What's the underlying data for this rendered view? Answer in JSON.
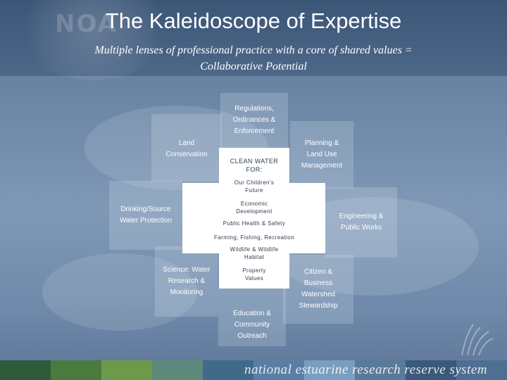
{
  "header": {
    "seal_text": "NOAA",
    "title": "The Kaleidoscope of Expertise",
    "subtitle_line1": "Multiple lenses of professional practice with a core of shared values =",
    "subtitle_line2": "Collaborative Potential"
  },
  "lenses": {
    "regulations": [
      "Regulations,",
      "Ordinances &",
      "Enforcement"
    ],
    "land_conservation": [
      "Land",
      "Conservation"
    ],
    "planning": [
      "Planning &",
      "Land Use",
      "Management"
    ],
    "drinking_water": [
      "Drinking/Source",
      "Water Protection"
    ],
    "engineering": [
      "Engineering &",
      "Public Works"
    ],
    "science": [
      "Science: Water",
      "Research &",
      "Monitoring"
    ],
    "citizen": [
      "Citizen &",
      "Business",
      "Watershed",
      "Stewardship"
    ],
    "education": [
      "Education &",
      "Community",
      "Outreach"
    ]
  },
  "core": {
    "heading": [
      "CLEAN WATER",
      "FOR:"
    ],
    "children": [
      "Our Children's",
      "Future"
    ],
    "economic": [
      "Economic",
      "Development"
    ],
    "public_health": "Public Health & Safety",
    "farming": "Farming, Fishing, Recreation",
    "wildlife": [
      "Wildlife & Wildlife",
      "Habitat"
    ],
    "property": [
      "Property",
      "Values"
    ]
  },
  "footer": {
    "text": "national estuarine research reserve system",
    "stripe_colors": [
      "#2f5a3a",
      "#4b7a3e",
      "#6d9a4a",
      "#5d8a7a",
      "#3f6a8a",
      "#5a7fa5",
      "#7a9ec0",
      "#5a7a9a",
      "#3b5a7a",
      "#4f6f92"
    ]
  }
}
